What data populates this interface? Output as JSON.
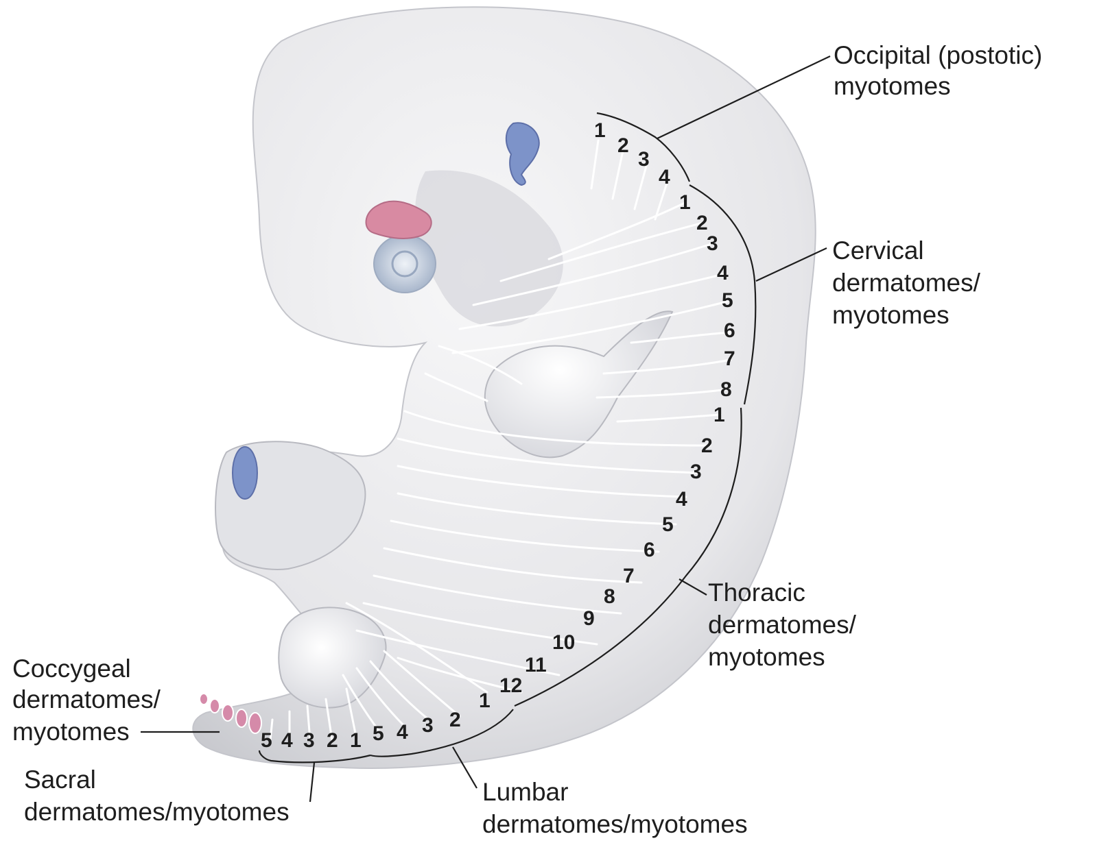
{
  "title": "",
  "regions": [
    {
      "id": "occipital",
      "label_lines": [
        "Occipital (postotic)",
        "myotomes"
      ],
      "count": 4,
      "numbers": [
        "1",
        "2",
        "3",
        "4"
      ],
      "color": "#a8c43a"
    },
    {
      "id": "cervical",
      "label_lines": [
        "Cervical",
        "dermatomes/",
        "myotomes"
      ],
      "count": 8,
      "numbers": [
        "1",
        "2",
        "3",
        "4",
        "5",
        "6",
        "7",
        "8"
      ],
      "color": "#f0a418"
    },
    {
      "id": "thoracic",
      "label_lines": [
        "Thoracic",
        "dermatomes/",
        "myotomes"
      ],
      "count": 12,
      "numbers": [
        "1",
        "2",
        "3",
        "4",
        "5",
        "6",
        "7",
        "8",
        "9",
        "10",
        "11",
        "12"
      ],
      "color": "#dc3d63"
    },
    {
      "id": "lumbar",
      "label_lines": [
        "Lumbar",
        "dermatomes/myotomes"
      ],
      "count": 5,
      "numbers": [
        "1",
        "2",
        "3",
        "4",
        "5"
      ],
      "color": "#6b7fc7"
    },
    {
      "id": "sacral",
      "label_lines": [
        "Sacral",
        "dermatomes/myotomes"
      ],
      "count": 5,
      "numbers": [
        "1",
        "2",
        "3",
        "4",
        "5"
      ],
      "color": "#d9672f"
    },
    {
      "id": "coccygeal",
      "label_lines": [
        "Coccygeal",
        "dermatomes/",
        "myotomes"
      ],
      "count": 5,
      "numbers": [],
      "color": "#d58aa9"
    }
  ],
  "colors": {
    "embryo_body": "#e9e9ec",
    "embryo_shadow": "#b9bac0",
    "eye": "#c9d3e0",
    "ear": "#7d93c9",
    "nose": "#d88aa2",
    "outline": "#1e1e1e"
  },
  "icons": [
    "embryo-illustration"
  ]
}
